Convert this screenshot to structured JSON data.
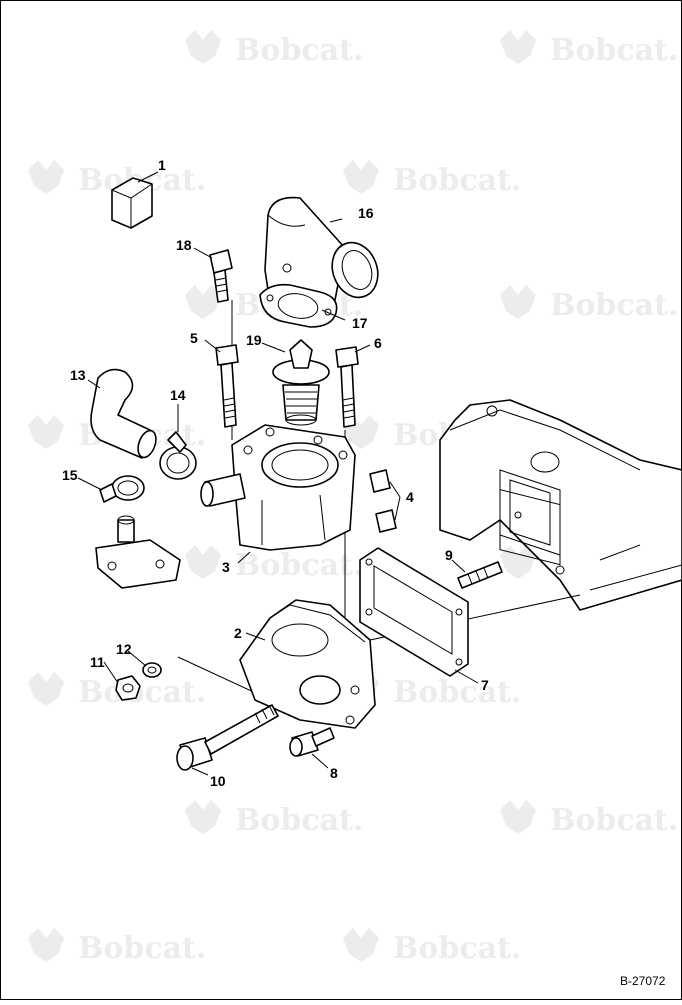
{
  "drawing": {
    "reference": "B-27072",
    "watermark_text": "Bobcat.",
    "watermark_icon": "bobcat-logo-icon"
  },
  "callouts": [
    {
      "id": "1",
      "label": "1"
    },
    {
      "id": "2",
      "label": "2"
    },
    {
      "id": "3",
      "label": "3"
    },
    {
      "id": "4",
      "label": "4"
    },
    {
      "id": "5",
      "label": "5"
    },
    {
      "id": "6",
      "label": "6"
    },
    {
      "id": "7",
      "label": "7"
    },
    {
      "id": "8",
      "label": "8"
    },
    {
      "id": "9",
      "label": "9"
    },
    {
      "id": "10",
      "label": "10"
    },
    {
      "id": "11",
      "label": "11"
    },
    {
      "id": "12",
      "label": "12"
    },
    {
      "id": "13",
      "label": "13"
    },
    {
      "id": "14",
      "label": "14"
    },
    {
      "id": "15",
      "label": "15"
    },
    {
      "id": "16",
      "label": "16"
    },
    {
      "id": "17",
      "label": "17"
    },
    {
      "id": "18",
      "label": "18"
    },
    {
      "id": "19",
      "label": "19"
    }
  ]
}
